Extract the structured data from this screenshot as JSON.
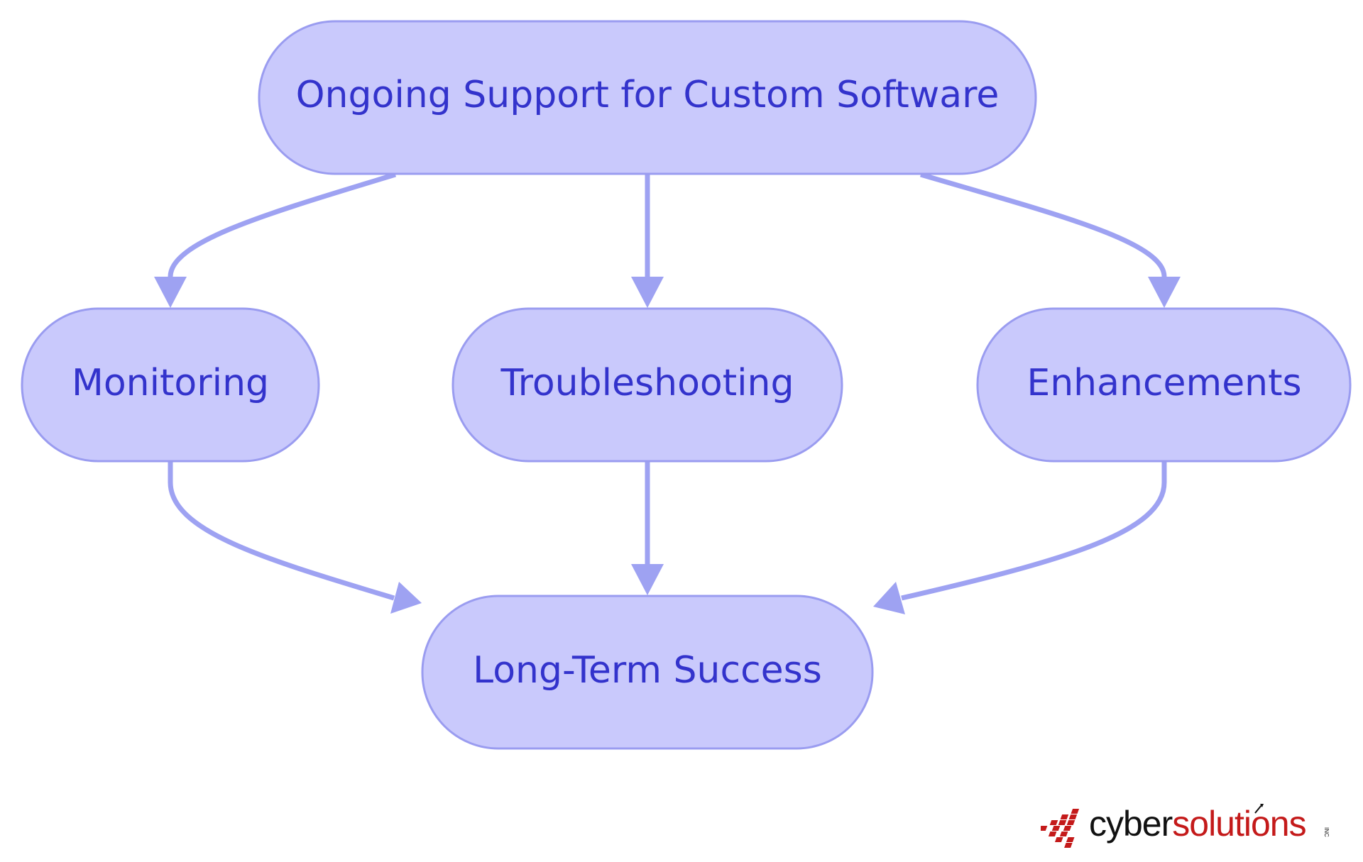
{
  "diagram": {
    "nodes": {
      "root": {
        "label": "Ongoing Support for Custom Software"
      },
      "monitoring": {
        "label": "Monitoring"
      },
      "troubleshooting": {
        "label": "Troubleshooting"
      },
      "enhancements": {
        "label": "Enhancements"
      },
      "success": {
        "label": "Long-Term Success"
      }
    },
    "edges": [
      {
        "from": "root",
        "to": "monitoring"
      },
      {
        "from": "root",
        "to": "troubleshooting"
      },
      {
        "from": "root",
        "to": "enhancements"
      },
      {
        "from": "monitoring",
        "to": "success"
      },
      {
        "from": "troubleshooting",
        "to": "success"
      },
      {
        "from": "enhancements",
        "to": "success"
      }
    ],
    "colors": {
      "node_fill": "#c9c9fc",
      "node_stroke": "#9a9cf0",
      "edge": "#9ea2f2",
      "text": "#3333cc"
    }
  },
  "logo": {
    "part1": "cyber",
    "part2": "solutions",
    "suffix": "INC",
    "colors": {
      "part1": "#111111",
      "part2": "#c41a1a",
      "mark": "#c41a1a"
    }
  }
}
